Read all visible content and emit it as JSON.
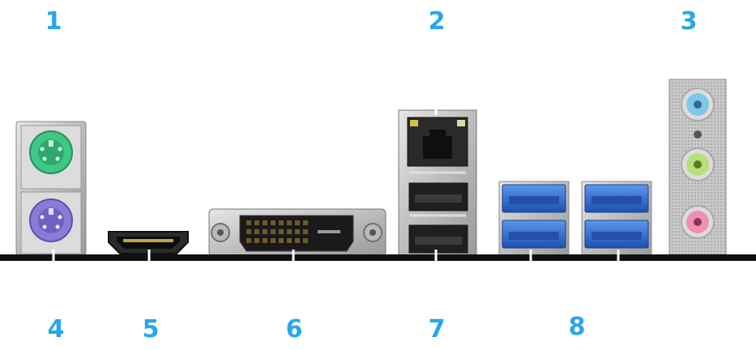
{
  "labels": {
    "n1": "1",
    "n2": "2",
    "n3": "3",
    "n4": "4",
    "n5": "5",
    "n6": "6",
    "n7": "7",
    "n8": "8"
  },
  "colors": {
    "label": "#29a6e9",
    "baseline": "#111111",
    "ps2_mouse": "#3fc785",
    "ps2_keyboard": "#8b7bd6",
    "usb3_blue": "#2f6fd1",
    "audio_line_in": "#7ec8ea",
    "audio_line_out": "#b6e07a",
    "audio_mic": "#f08fb3",
    "metal": "#c8c8c8"
  },
  "icons": [
    "ps2-port-icon",
    "hdmi-port-icon",
    "dvi-port-icon",
    "rj45-port-icon",
    "usb-port-icon",
    "audio-jack-icon"
  ]
}
